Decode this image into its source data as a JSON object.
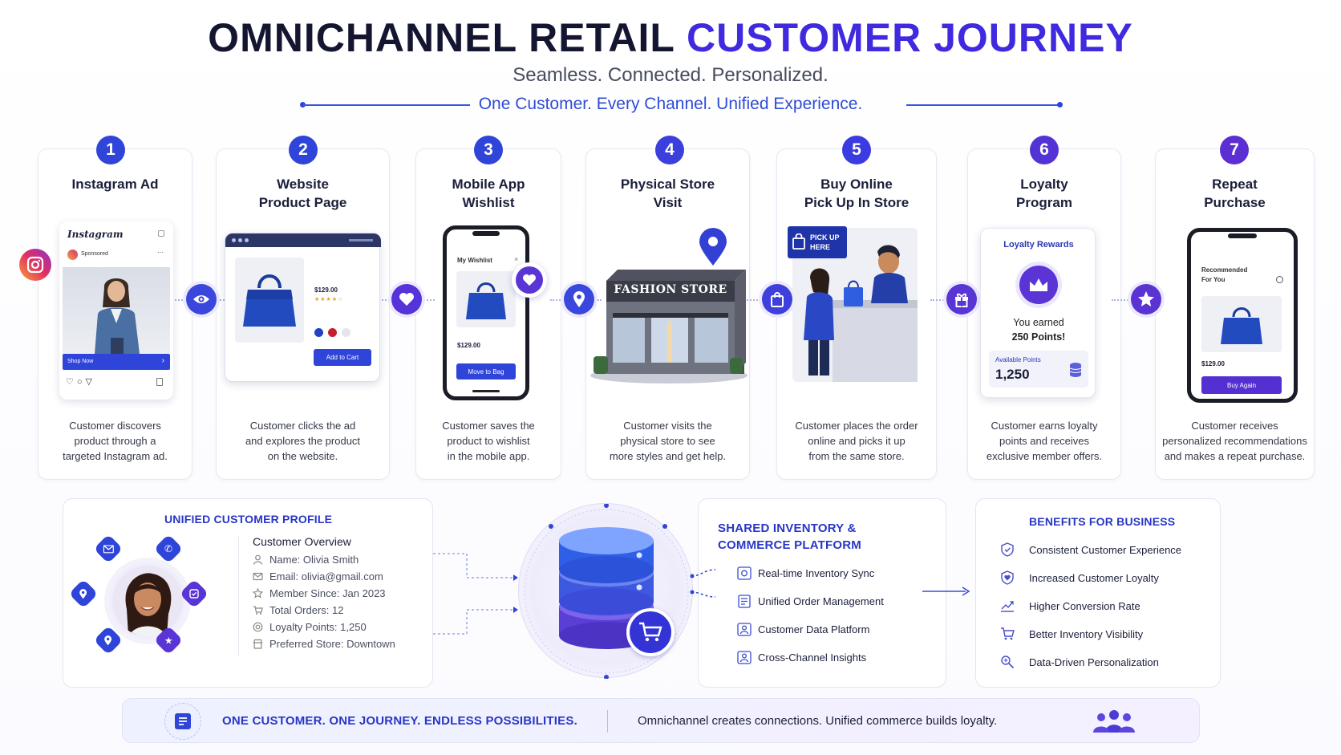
{
  "header": {
    "title_part1": "OMNICHANNEL RETAIL",
    "title_part2": "CUSTOMER JOURNEY",
    "subtitle": "Seamless. Connected. Personalized.",
    "tagline": "One Customer. Every Channel. Unified Experience."
  },
  "colors": {
    "primary_blue": "#2f44d8",
    "accent_purple": "#5b33d6",
    "dark_text": "#141631"
  },
  "steps": [
    {
      "num": "1",
      "title": "Instagram Ad",
      "desc": [
        "Customer discovers",
        "product through a",
        "targeted Instagram ad."
      ]
    },
    {
      "num": "2",
      "title": "Website\nProduct Page",
      "desc": [
        "Customer clicks the ad",
        "and explores the product",
        "on the website."
      ]
    },
    {
      "num": "3",
      "title": "Mobile App\nWishlist",
      "desc": [
        "Customer saves the",
        "product to wishlist",
        "in the mobile app."
      ]
    },
    {
      "num": "4",
      "title": "Physical Store\nVisit",
      "desc": [
        "Customer visits the",
        "physical store to see",
        "more styles and get help."
      ]
    },
    {
      "num": "5",
      "title": "Buy Online\nPick Up In Store",
      "desc": [
        "Customer places the order",
        "online and picks it up",
        "from the same store."
      ]
    },
    {
      "num": "6",
      "title": "Loyalty\nProgram",
      "desc": [
        "Customer earns loyalty",
        "points and receives",
        "exclusive member offers."
      ]
    },
    {
      "num": "7",
      "title": "Repeat\nPurchase",
      "desc": [
        "Customer receives",
        "personalized recommendations",
        "and makes a repeat purchase."
      ]
    }
  ],
  "connector_icons": [
    "eye-icon",
    "heart-icon",
    "location-pin-icon",
    "shopping-bag-icon",
    "gift-icon",
    "star-icon"
  ],
  "mockups": {
    "instagram": {
      "brand": "Instagram",
      "sponsored": "Sponsored",
      "cta": "Shop Now"
    },
    "website": {
      "price": "$129.00",
      "cta": "Add to Cart"
    },
    "app": {
      "heading": "My Wishlist",
      "price": "$129.00",
      "cta": "Move to Bag"
    },
    "store": {
      "sign": "FASHION STORE"
    },
    "bopis": {
      "sign_line1": "PICK UP",
      "sign_line2": "HERE"
    },
    "loyalty": {
      "heading": "Loyalty Rewards",
      "line1": "You earned",
      "line2": "250 Points!",
      "points_label": "Available Points",
      "points_value": "1,250"
    },
    "repeat": {
      "heading_line1": "Recommended",
      "heading_line2": "For You",
      "price": "$129.00",
      "cta": "Buy Again"
    }
  },
  "profile": {
    "title": "UNIFIED CUSTOMER PROFILE",
    "overview": "Customer Overview",
    "fields": [
      "Name: Olivia Smith",
      "Email: olivia@gmail.com",
      "Member Since: Jan 2023",
      "Total Orders: 12",
      "Loyalty Points: 1,250",
      "Preferred Store: Downtown"
    ]
  },
  "platform": {
    "title_line1": "SHARED INVENTORY &",
    "title_line2": "COMMERCE PLATFORM",
    "items": [
      "Real-time Inventory Sync",
      "Unified Order Management",
      "Customer Data Platform",
      "Cross-Channel Insights"
    ]
  },
  "benefits": {
    "title": "BENEFITS FOR BUSINESS",
    "items": [
      "Consistent Customer Experience",
      "Increased Customer Loyalty",
      "Higher Conversion Rate",
      "Better Inventory Visibility",
      "Data-Driven Personalization"
    ]
  },
  "footer": {
    "left": "ONE CUSTOMER. ONE JOURNEY. ENDLESS POSSIBILITIES.",
    "right": "Omnichannel creates connections. Unified commerce builds loyalty."
  }
}
